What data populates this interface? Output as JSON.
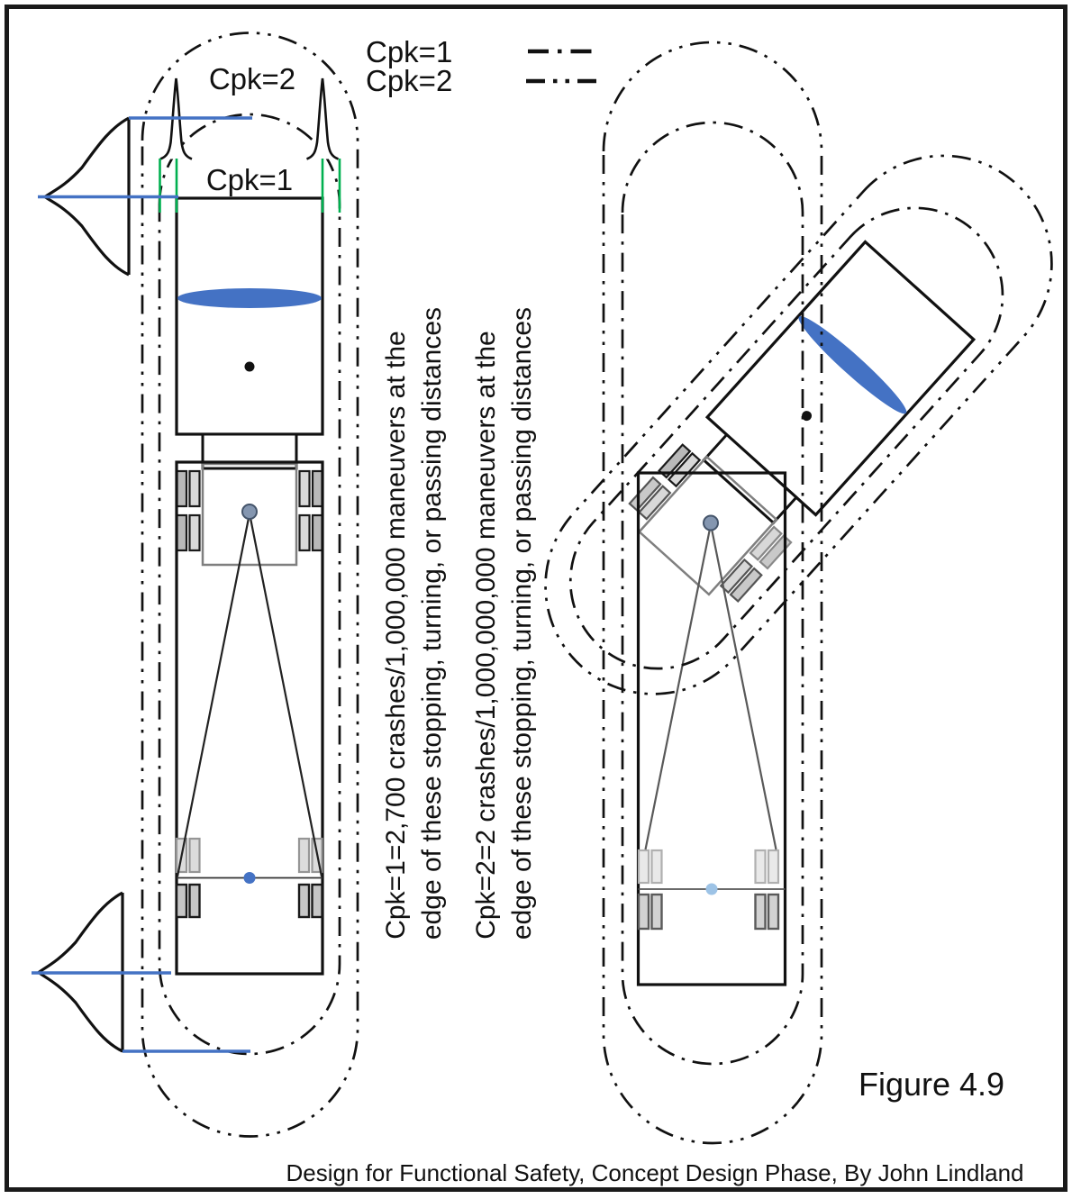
{
  "figure": {
    "title": "Figure 4.9",
    "caption": "Design for Functional Safety, Concept Design Phase, By John Lindland"
  },
  "legend": {
    "items": [
      {
        "label": "Cpk=1",
        "pattern": "dash-dot"
      },
      {
        "label": "Cpk=2",
        "pattern": "dash-dot-dot"
      }
    ]
  },
  "diagram_labels": {
    "cpk2": "Cpk=2",
    "cpk1": "Cpk=1"
  },
  "annotations": {
    "cpk1_note_line1": "Cpk=1=2,700 crashes/1,000,000 maneuvers at the",
    "cpk1_note_line2": "edge of these stopping, turning, or passing distances",
    "cpk2_note_line1": "Cpk=2=2 crashes/1,000,000,000 maneuvers at the",
    "cpk2_note_line2": "edge of these stopping, turning, or passing distances"
  },
  "colors": {
    "ink": "#111111",
    "accent_blue": "#4472C4",
    "light_blue": "#9DC3E6",
    "spec_green": "#00B050",
    "kingpin_fill": "#8496B0"
  }
}
